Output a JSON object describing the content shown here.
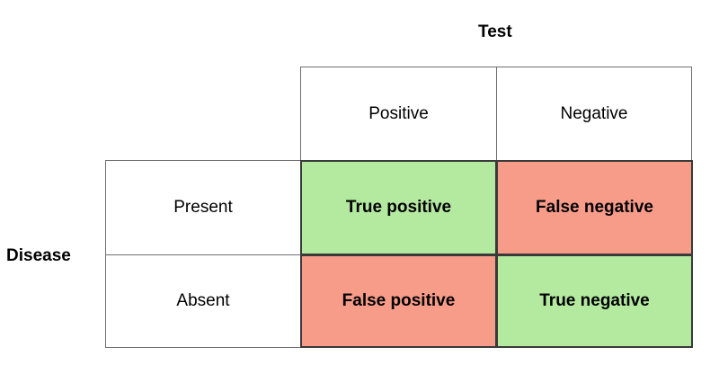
{
  "axes": {
    "columns_label": "Test",
    "rows_label": "Disease"
  },
  "columns": [
    "Positive",
    "Negative"
  ],
  "rows": [
    "Present",
    "Absent"
  ],
  "cells": {
    "present_positive": {
      "label": "True positive",
      "color": "#b4eaa0"
    },
    "present_negative": {
      "label": "False negative",
      "color": "#f89c8a"
    },
    "absent_positive": {
      "label": "False positive",
      "color": "#f89c8a"
    },
    "absent_negative": {
      "label": "True negative",
      "color": "#b4eaa0"
    }
  }
}
